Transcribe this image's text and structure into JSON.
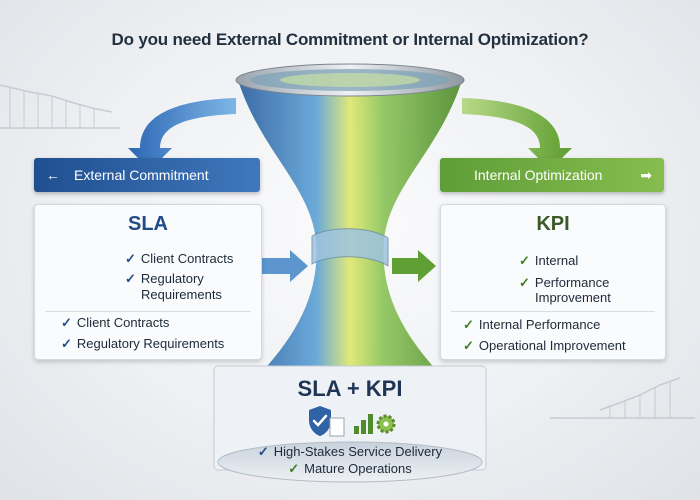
{
  "title": "Do you need External Commitment or Internal Optimization?",
  "external": {
    "banner_label": "External Commitment",
    "arrow_glyph": "←",
    "heading": "SLA",
    "icon_items": [
      "Client Contracts",
      "Regulatory",
      "Requirements"
    ],
    "items": [
      "Client Contracts",
      "Regulatory Requirements"
    ],
    "color": "#2f63a6"
  },
  "internal": {
    "banner_label": "Internal Optimization",
    "arrow_glyph": "➡",
    "heading": "KPI",
    "icon_items": [
      "Internal",
      "Performance",
      "Improvement"
    ],
    "items": [
      "Internal Performance",
      "Operational Improvement"
    ],
    "color": "#6aa83e"
  },
  "combined": {
    "heading": "SLA + KPI",
    "items": [
      "High-Stakes Service Delivery",
      "Mature Operations"
    ]
  },
  "check_glyph": "✓",
  "icons": [
    "shield-check-icon",
    "document-icon",
    "bar-chart-icon",
    "target-icon",
    "gear-icon"
  ]
}
